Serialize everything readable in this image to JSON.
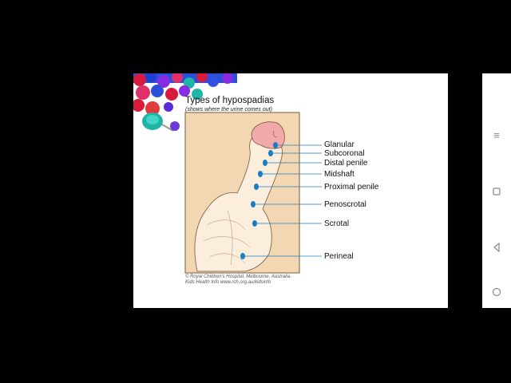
{
  "slide": {
    "title": "Types of hypospadias",
    "subtitle": "(shows where the urine comes out)",
    "credit_line1": "© Royal Children's Hospital, Melbourne, Australia.",
    "credit_line2": "Kids Health Info  www.rch.org.au/kidsinfo"
  },
  "labels": [
    {
      "id": "glanular",
      "text": "Glanular"
    },
    {
      "id": "subcoronal",
      "text": "Subcoronal"
    },
    {
      "id": "distal-penile",
      "text": "Distal penile"
    },
    {
      "id": "midshaft",
      "text": "Midshaft"
    },
    {
      "id": "proximal-penile",
      "text": "Proximal penile"
    },
    {
      "id": "penoscrotal",
      "text": "Penoscrotal"
    },
    {
      "id": "scrotal",
      "text": "Scrotal"
    },
    {
      "id": "perineal",
      "text": "Perineal"
    }
  ],
  "side_panel": {
    "menu_icon": "menu-icon",
    "square_icon": "square-icon",
    "back_icon": "back-triangle-icon",
    "home_icon": "home-circle-icon"
  },
  "colors": {
    "background": "#000000",
    "slide": "#ffffff",
    "diagram_bg": "#f3d6b2",
    "skin": "#fbeedd",
    "glans": "#f2a9a9",
    "dot": "#1a7fc1"
  }
}
